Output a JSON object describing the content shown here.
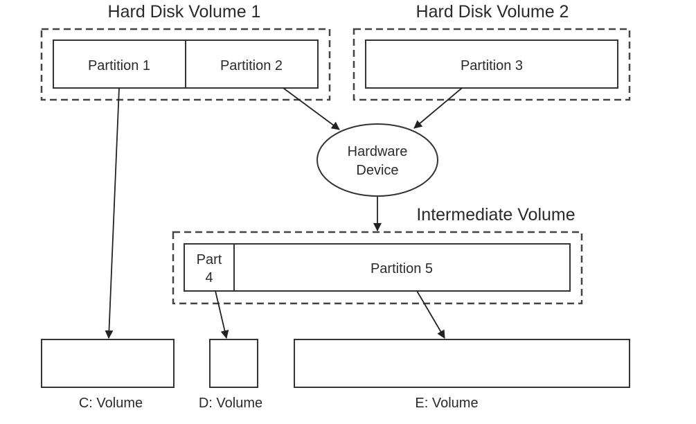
{
  "groups": {
    "hd1": {
      "title": "Hard Disk Volume 1",
      "partitions": [
        "Partition 1",
        "Partition 2"
      ]
    },
    "hd2": {
      "title": "Hard Disk Volume 2",
      "partitions": [
        "Partition 3"
      ]
    },
    "intermediate": {
      "title": "Intermediate Volume",
      "partitions": [
        "Part",
        "4",
        "Partition 5"
      ]
    }
  },
  "device": {
    "line1": "Hardware",
    "line2": "Device"
  },
  "volumes": [
    "C: Volume",
    "D: Volume",
    "E: Volume"
  ],
  "connections": [
    {
      "from": "Partition 1",
      "to": "C: Volume"
    },
    {
      "from": "Partition 2",
      "to": "Hardware Device"
    },
    {
      "from": "Partition 3",
      "to": "Hardware Device"
    },
    {
      "from": "Hardware Device",
      "to": "Intermediate Volume"
    },
    {
      "from": "Part 4",
      "to": "D: Volume"
    },
    {
      "from": "Partition 5",
      "to": "E: Volume"
    }
  ]
}
